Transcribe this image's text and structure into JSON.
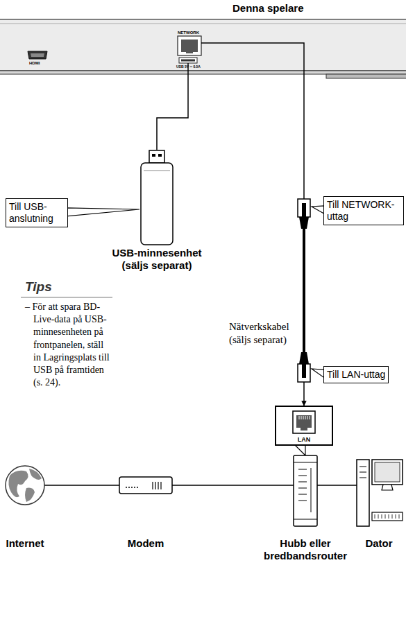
{
  "diagram": {
    "nodes": [
      {
        "text": [
          "Denna spelare"
        ]
      },
      {
        "text": [
          "Till USB-anslutning"
        ]
      },
      {
        "text": [
          "Till NETWORK-uttag"
        ]
      },
      {
        "text": [
          "USB-minnesenhet (säljs separat)"
        ]
      },
      {
        "text": [
          "Till LAN-uttag"
        ]
      },
      {
        "text": [
          "LAN"
        ]
      },
      {
        "text": [
          "Internet"
        ]
      },
      {
        "text": [
          "Modem"
        ]
      },
      {
        "text": [
          "Hubb eller bredbandsrouter"
        ]
      },
      {
        "text": [
          "Dator"
        ]
      }
    ],
    "edges": [
      {
        "from": 0,
        "to": 3,
        "arrow": "none"
      },
      {
        "from": 0,
        "to": 5,
        "arrow": "to",
        "label": "Nätverkskabel (säljs separat)"
      },
      {
        "from": 6,
        "to": 7,
        "arrow": "none"
      },
      {
        "from": 7,
        "to": 8,
        "arrow": "none"
      },
      {
        "from": 8,
        "to": 9,
        "arrow": "none"
      }
    ],
    "labels": [
      "HDMI",
      "NETWORK",
      "USB 5V ═ 0.5A",
      "Tips",
      "– För att spara BD-Live-data på USB-minnesenheten på frontpanelen, ställ in Lagringsplats till USB på framtiden (s. 24)."
    ]
  }
}
